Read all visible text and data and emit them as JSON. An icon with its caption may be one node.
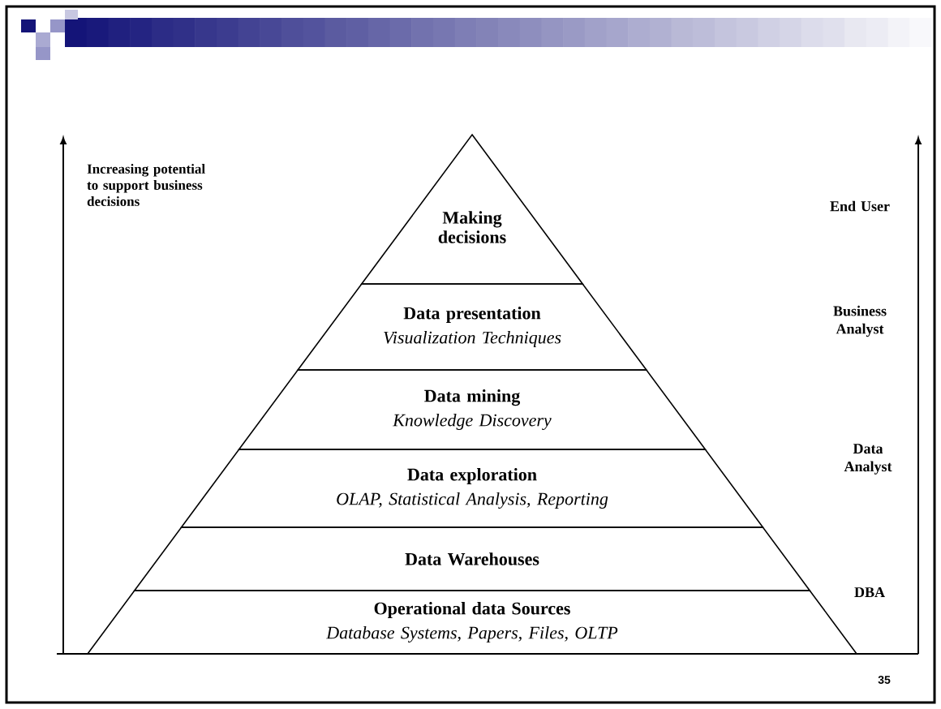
{
  "diagram": {
    "nodes": [
      {
        "text": [
          "Making decisions"
        ]
      },
      {
        "text": [
          "Data presentation",
          "Visualization Techniques"
        ]
      },
      {
        "text": [
          "Data mining",
          "Knowledge Discovery"
        ]
      },
      {
        "text": [
          "Data exploration",
          "OLAP, Statistical Analysis, Reporting"
        ]
      },
      {
        "text": [
          "Data Warehouses"
        ]
      },
      {
        "text": [
          "Operational data Sources",
          "Database Systems, Papers, Files, OLTP"
        ]
      }
    ],
    "labels": [
      "Increasing potential to support business decisions",
      "End User",
      "Business Analyst",
      "Data Analyst",
      "DBA",
      "35"
    ]
  }
}
